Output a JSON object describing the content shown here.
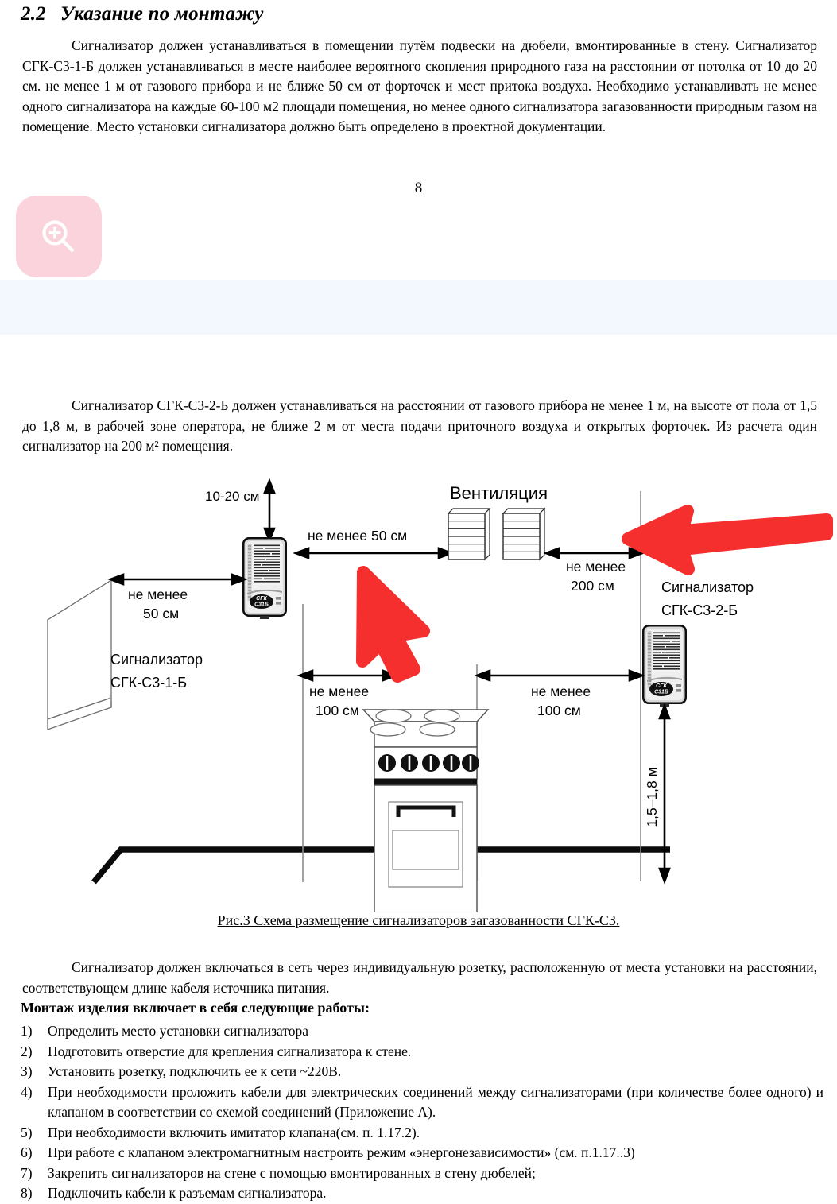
{
  "document": {
    "section_number": "2.2",
    "section_title": "Указание по монтажу",
    "paragraph_1": "Сигнализатор   должен устанавливаться в помещении путём подвески на дюбели, вмонтированные в стену. Сигнализатор СГК-С3-1-Б должен устанавливаться в месте наиболее вероятного скопления природного газа на расстоянии от потолка от 10 до 20 см.  не менее 1 м  от газового прибора и  не  ближе 50 см от форточек и мест притока воздуха.  Необходимо устанавливать не менее одного сигнализатора на каждые 60-100 м2 площади помещения, но менее одного сигнализатора загазованности природным газом на помещение.    Место установки сигнализатора должно быть определено в проектной документации.",
    "page_number": "8",
    "paragraph_2": "Сигнализатор СГК-С3-2-Б должен устанавливаться на расстоянии от газового прибора не менее 1 м, на высоте от пола от 1,5 до 1,8 м, в рабочей зоне оператора, не ближе 2 м от места подачи приточного воздуха и открытых форточек. Из расчета  один сигнализатор на 200 м² помещения.",
    "figure_caption": "Рис.3 Схема размещение сигнализаторов загазованности СГК-С3.",
    "paragraph_3": "Сигнализатор должен включаться в сеть через индивидуальную розетку, расположенную от места установки на расстоянии, соответствующем длине кабеля источника питания.",
    "list_heading": "Монтаж изделия включает в себя следующие работы:",
    "list_items": [
      {
        "marker": "1)",
        "text": "Определить место установки сигнализатора"
      },
      {
        "marker": "2)",
        "text": "Подготовить отверстие для крепления сигнализатора к стене."
      },
      {
        "marker": "3)",
        "text": "Установить розетку, подключить ее к сети ~220В."
      },
      {
        "marker": "4)",
        "text": "При необходимости проложить кабели для электрических соединений между сигнализаторами (при количестве более одного) и клапаном в соответствии со схемой соединений (Приложение А)."
      },
      {
        "marker": "5)",
        "text": "При необходимости включить имитатор клапана(см. п. 1.17.2)."
      },
      {
        "marker": "6)",
        "text": "При работе с клапаном электромагнитным настроить режим «энергонезависимости» (см. п.1.17..3)"
      },
      {
        "marker": "7)",
        "text": "Закрепить сигнализаторов на стене с помощью вмонтированных в стену дюбелей;"
      },
      {
        "marker": "8)",
        "text": "Подключить кабели к разъемам сигнализатора."
      }
    ]
  },
  "overlay": {
    "zoom_button": {
      "icon": "magnifier-plus-icon",
      "background_color": "#fad3dc",
      "icon_color": "#ffffff"
    },
    "banner": {
      "background_color": "#f2f8fe"
    },
    "arrows": [
      {
        "name": "pointer-arrow-left-device",
        "color": "#f52e2e",
        "direction": "up-left"
      },
      {
        "name": "pointer-arrow-right-wall",
        "color": "#f52e2e",
        "direction": "left"
      }
    ]
  },
  "figure": {
    "title_vent": "Вентиляция",
    "labels": {
      "ceiling_gap": "10-20 см",
      "to_vent": "не менее 50 см",
      "to_window": "не менее\n50 см",
      "device1_name": "Сигнализатор\nСГК-С3-1-Б",
      "vent_to_wall": "не менее\n200 см",
      "device2_name": "Сигнализатор\nСГК-С3-2-Б",
      "stove_left": "не менее\n100 см",
      "stove_right": "не менее\n100 см",
      "floor_height": "1,5–1,8 м"
    },
    "label_lines": {
      "ceiling_gap": "10-20 см",
      "to_vent": "не менее 50 см",
      "to_window_l1": "не менее",
      "to_window_l2": "50 см",
      "device1_l1": "Сигнализатор",
      "device1_l2": "СГК-С3-1-Б",
      "vent_wall_l1": "не менее",
      "vent_wall_l2": "200 см",
      "device2_l1": "Сигнализатор",
      "device2_l2": "СГК-С3-2-Б",
      "stove_left_l1": "не менее",
      "stove_left_l2": "100 см",
      "stove_right_l1": "не менее",
      "stove_right_l2": "100 см",
      "height": "1,5–1,8 м"
    },
    "device_badge": {
      "line1": "СГК",
      "line2": "С31Б"
    }
  }
}
